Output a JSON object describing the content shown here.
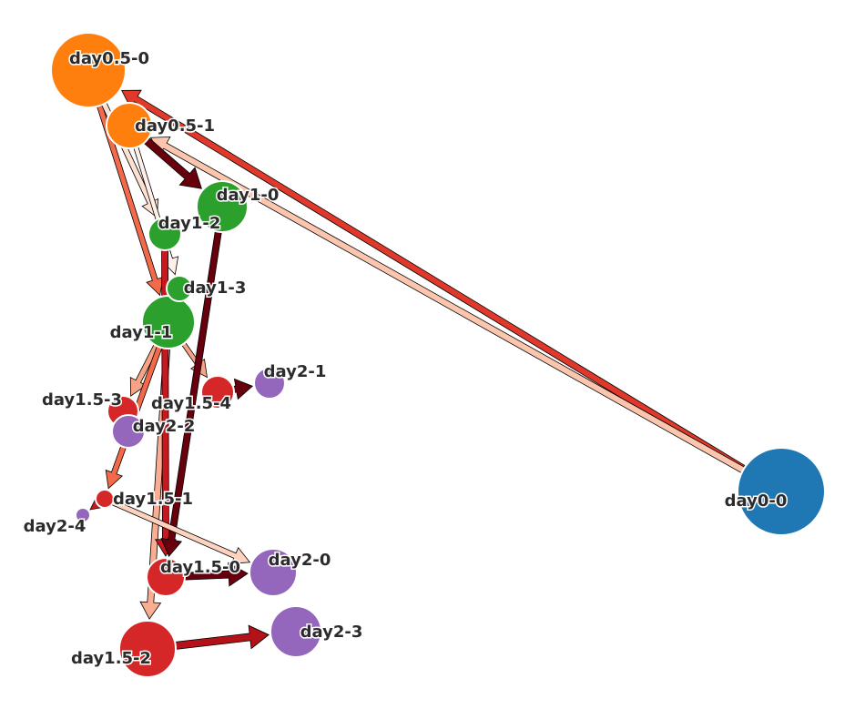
{
  "graph": {
    "nodes": [
      {
        "id": "day0-0",
        "label": "day0-0",
        "color": "#1f77b4"
      },
      {
        "id": "day0.5-0",
        "label": "day0.5-0",
        "color": "#ff7f0e"
      },
      {
        "id": "day0.5-1",
        "label": "day0.5-1",
        "color": "#ff7f0e"
      },
      {
        "id": "day1-0",
        "label": "day1-0",
        "color": "#2ca02c"
      },
      {
        "id": "day1-1",
        "label": "day1-1",
        "color": "#2ca02c"
      },
      {
        "id": "day1-2",
        "label": "day1-2",
        "color": "#2ca02c"
      },
      {
        "id": "day1-3",
        "label": "day1-3",
        "color": "#2ca02c"
      },
      {
        "id": "day1.5-0",
        "label": "day1.5-0",
        "color": "#d62728"
      },
      {
        "id": "day1.5-1",
        "label": "day1.5-1",
        "color": "#d62728"
      },
      {
        "id": "day1.5-2",
        "label": "day1.5-2",
        "color": "#d62728"
      },
      {
        "id": "day1.5-3",
        "label": "day1.5-3",
        "color": "#d62728"
      },
      {
        "id": "day1.5-4",
        "label": "day1.5-4",
        "color": "#d62728"
      },
      {
        "id": "day2-0",
        "label": "day2-0",
        "color": "#9467bd"
      },
      {
        "id": "day2-1",
        "label": "day2-1",
        "color": "#9467bd"
      },
      {
        "id": "day2-2",
        "label": "day2-2",
        "color": "#9467bd"
      },
      {
        "id": "day2-3",
        "label": "day2-3",
        "color": "#9467bd"
      },
      {
        "id": "day2-4",
        "label": "day2-4",
        "color": "#9467bd"
      }
    ],
    "edges": [
      {
        "source": "day0-0",
        "target": "day0.5-0",
        "color": "#e0392b"
      },
      {
        "source": "day0-0",
        "target": "day0.5-1",
        "color": "#fcc5ae"
      },
      {
        "source": "day0.5-0",
        "target": "day1-1",
        "color": "#f26a4a"
      },
      {
        "source": "day0.5-0",
        "target": "day1-2",
        "color": "#fde0d2"
      },
      {
        "source": "day0.5-1",
        "target": "day1-0",
        "color": "#67000d"
      },
      {
        "source": "day0.5-1",
        "target": "day1-3",
        "color": "#fff1ea"
      },
      {
        "source": "day1-1",
        "target": "day1.5-3",
        "color": "#f7a486"
      },
      {
        "source": "day1-1",
        "target": "day1.5-4",
        "color": "#f7a486"
      },
      {
        "source": "day1-1",
        "target": "day1.5-1",
        "color": "#f26a4a"
      },
      {
        "source": "day1-1",
        "target": "day1.5-2",
        "color": "#f9ad93"
      },
      {
        "source": "day1-2",
        "target": "day1.5-0",
        "color": "#c8181f"
      },
      {
        "source": "day1-0",
        "target": "day1.5-0",
        "color": "#67000d"
      },
      {
        "source": "day1.5-4",
        "target": "day2-1",
        "color": "#67000d"
      },
      {
        "source": "day1.5-1",
        "target": "day2-0",
        "color": "#fdd2bf"
      },
      {
        "source": "day1.5-1",
        "target": "day2-4",
        "color": "#c8181f"
      },
      {
        "source": "day1.5-0",
        "target": "day2-0",
        "color": "#67000d"
      },
      {
        "source": "day1.5-2",
        "target": "day2-3",
        "color": "#b31219"
      }
    ]
  }
}
